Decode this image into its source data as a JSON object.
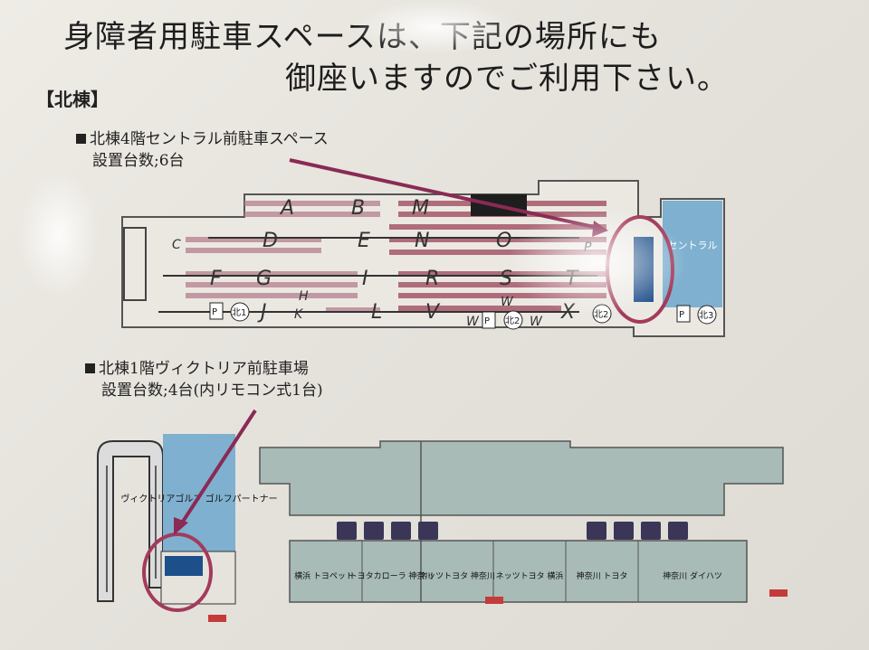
{
  "headline": {
    "line1": "身障者用駐車スペースは、下記の場所にも",
    "line2": "御座いますのでご利用下さい。"
  },
  "section_tag": "【北棟】",
  "floor4": {
    "title": "北棟4階セントラル前駐車スペース",
    "count": "設置台数;6台",
    "zone_letters": [
      "A",
      "B",
      "M",
      "C",
      "D",
      "E",
      "N",
      "O",
      "P",
      "F",
      "G",
      "I",
      "R",
      "S",
      "T",
      "J",
      "K",
      "L",
      "V",
      "W",
      "X",
      "H",
      "W",
      "W"
    ],
    "central_label": "セントラルウェルネスクラブ",
    "markers": [
      "北1",
      "北2",
      "北2",
      "北3"
    ]
  },
  "floor1": {
    "title": "北棟1階ヴィクトリア前駐車場",
    "count": "設置台数;4台(内リモコン式1台)",
    "store_label": "ヴィクトリアゴルフ ゴルフパートナー",
    "dealers": [
      "横浜 トヨペット",
      "トヨタカローラ 神奈川",
      "ネッツトヨタ 神奈川",
      "ネッツトヨタ 横浜",
      "神奈川 トヨタ",
      "神奈川 ダイハツ"
    ]
  },
  "colors": {
    "parking_stripe": "#b06a7a",
    "highlight_circle": "#a33a5c",
    "arrow": "#8a2a55",
    "building_blue": "#7fb0cf",
    "store_gray": "#a8bbb6",
    "disabled_space": "#1d4f8a"
  }
}
